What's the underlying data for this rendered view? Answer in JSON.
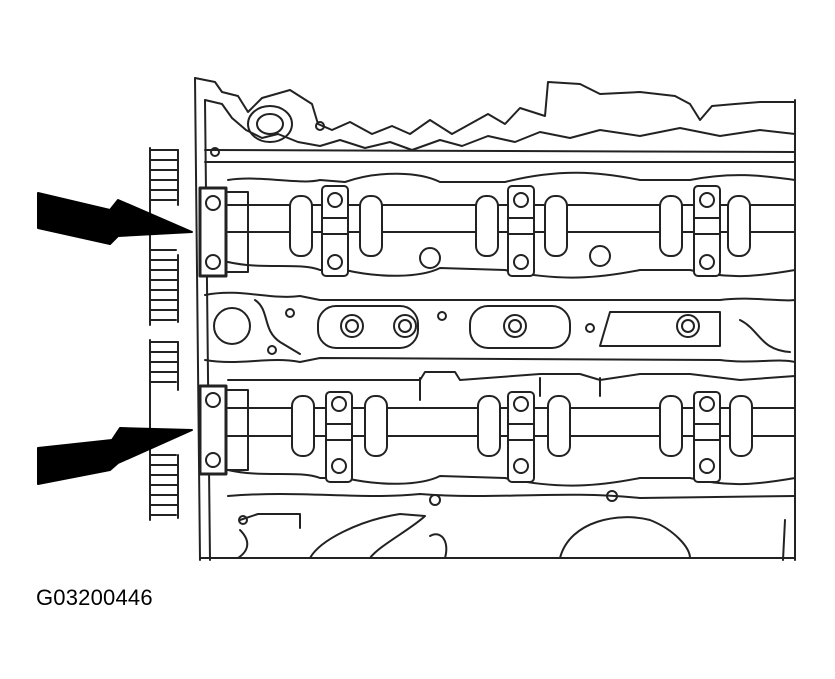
{
  "figure": {
    "caption": "G03200446",
    "colors": {
      "stroke": "#222222",
      "fill": "#ffffff",
      "arrow": "#000000"
    },
    "callouts": [
      {
        "name": "upper-camshaft-cap-arrow"
      },
      {
        "name": "lower-camshaft-cap-arrow"
      }
    ]
  }
}
